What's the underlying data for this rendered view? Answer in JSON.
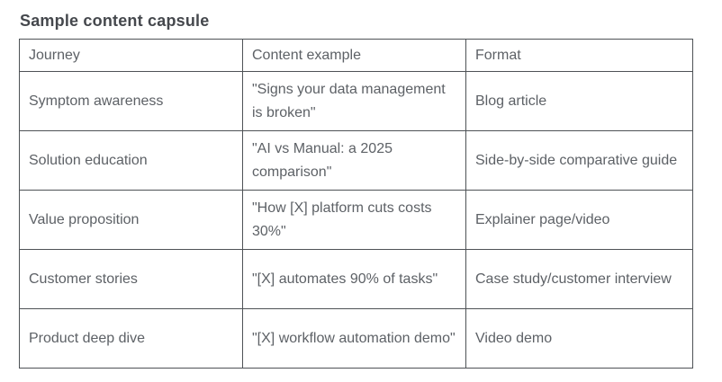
{
  "title": "Sample content capsule",
  "table": {
    "headers": [
      "Journey",
      "Content example",
      "Format"
    ],
    "rows": [
      [
        "Symptom awareness",
        "\"Signs your data management is broken\"",
        "Blog article"
      ],
      [
        "Solution education",
        "\"AI vs Manual: a 2025 comparison\"",
        "Side-by-side comparative guide"
      ],
      [
        "Value proposition",
        "\"How [X] platform cuts costs 30%\"",
        "Explainer page/video"
      ],
      [
        "Customer stories",
        "\"[X] automates 90% of tasks\"",
        "Case study/customer interview"
      ],
      [
        "Product deep dive",
        "\"[X] workflow automation demo\"",
        "Video demo"
      ]
    ]
  }
}
